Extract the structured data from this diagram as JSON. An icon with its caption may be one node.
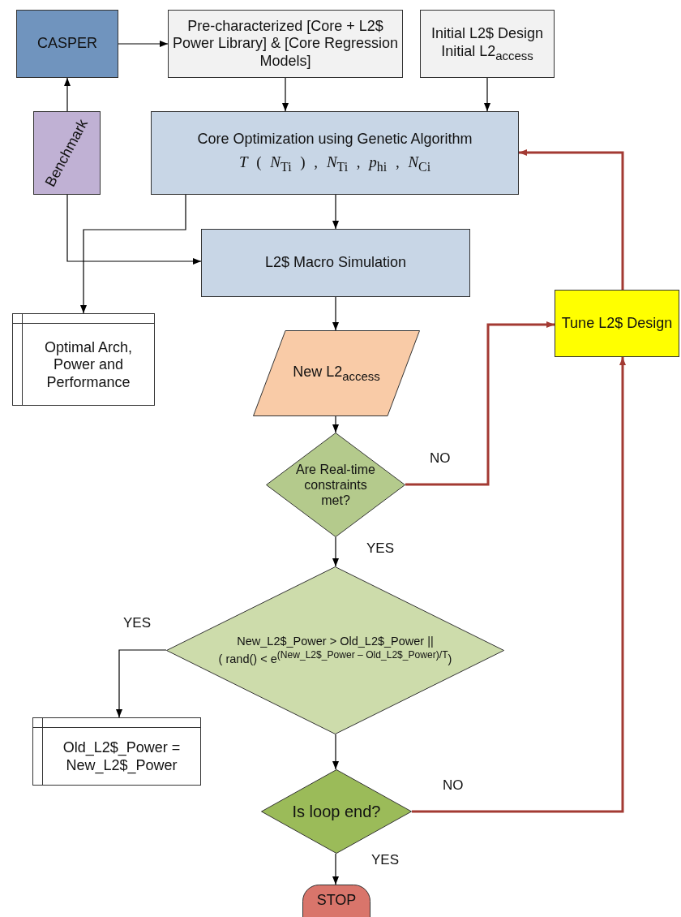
{
  "diagram": {
    "nodes": [
      {
        "text": [
          "CASPER"
        ]
      },
      {
        "text": [
          "Pre-characterized [Core + L2$ Power Library] & [Core Regression Models]"
        ]
      },
      {
        "text": [
          "Initial L2$ Design Initial L2$_{access}$"
        ]
      },
      {
        "text": [
          "Benchmark"
        ]
      },
      {
        "text": [
          "Core Optimization using Genetic Algorithm",
          "*T* ( *N*$_{Ti}$ ) , *N*$_{Ti}$ , *p*$_{hi}$ , *N*$_{Ci}$"
        ]
      },
      {
        "text": [
          "L2$ Macro Simulation"
        ]
      },
      {
        "text": [
          "Optimal Arch, Power and Performance"
        ]
      },
      {
        "text": [
          "New L2$_{access}$"
        ]
      },
      {
        "text": [
          "Are Real-time constraints met?"
        ]
      },
      {
        "text": [
          "Tune L2$ Design"
        ]
      },
      {
        "text": [
          "New_L2$_Power > Old_L2$_Power ||",
          "( rand() < e$^{(New_L2$_Power – Old_L2$_Power)/T}$)"
        ]
      },
      {
        "text": [
          "Old_L2$_Power = New_L2$_Power"
        ]
      },
      {
        "text": [
          "Is loop end?"
        ]
      },
      {
        "text": [
          "STOP"
        ]
      }
    ],
    "edges": [
      {
        "from": 0,
        "to": 1,
        "arrow": "to"
      },
      {
        "from": 3,
        "to": 0,
        "arrow": "to"
      },
      {
        "from": 1,
        "to": 4,
        "arrow": "to"
      },
      {
        "from": 2,
        "to": 4,
        "arrow": "to"
      },
      {
        "from": 4,
        "to": 5,
        "arrow": "to"
      },
      {
        "from": 4,
        "to": 6,
        "arrow": "to"
      },
      {
        "from": 3,
        "to": 5,
        "arrow": "to"
      },
      {
        "from": 5,
        "to": 7,
        "arrow": "to"
      },
      {
        "from": 7,
        "to": 8,
        "arrow": "to"
      },
      {
        "from": 8,
        "to": 9,
        "arrow": "to",
        "label": "NO",
        "style": "thick",
        "color": "#a33a33"
      },
      {
        "from": 8,
        "to": 10,
        "arrow": "to",
        "label": "YES"
      },
      {
        "from": 10,
        "to": 11,
        "arrow": "to",
        "label": "YES"
      },
      {
        "from": 10,
        "to": 12,
        "arrow": "to"
      },
      {
        "from": 12,
        "to": 9,
        "arrow": "to",
        "label": "NO",
        "style": "thick",
        "color": "#a33a33"
      },
      {
        "from": 12,
        "to": 13,
        "arrow": "to",
        "label": "YES"
      },
      {
        "from": 9,
        "to": 4,
        "arrow": "to",
        "style": "thick",
        "color": "#a33a33"
      }
    ]
  }
}
